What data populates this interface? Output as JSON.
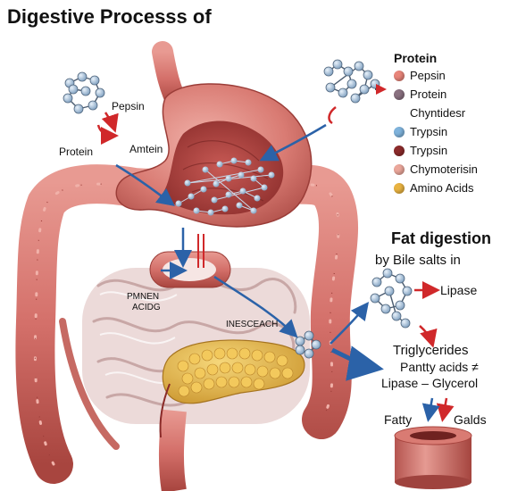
{
  "title": "Digestive Processs of",
  "protein_panel": {
    "pepsin_label": "Pepsin",
    "protein_label": "Protein",
    "amtein_label": "Amtein"
  },
  "legend": {
    "title": "Protein",
    "items": [
      {
        "label": "Pepsin",
        "color": "#e8857a"
      },
      {
        "label": "Protein",
        "color": "#8a7180"
      },
      {
        "label": "Chyntidesr",
        "color": null
      },
      {
        "label": "Trypsin",
        "color": "#7fb3dc"
      },
      {
        "label": "Trypsin",
        "color": "#8c2b2b"
      },
      {
        "label": "Chymoterisin",
        "color": "#eba79b"
      },
      {
        "label": "Amino Acids",
        "color": "#e9b341"
      }
    ]
  },
  "intestine_labels": {
    "line1": "PMNEN",
    "line2": "ACIDG",
    "pancreas": "INESCEACH"
  },
  "fat_panel": {
    "title": "Fat digestion",
    "subtitle": "by Bile salts in",
    "lipase": "Lipase",
    "triglycerides": "Triglycerides",
    "pantty": "Pantty acids ≠",
    "lipase_glycerol": "Lipase – Glycerol",
    "fatty": "Fatty",
    "galds": "Galds"
  },
  "colors": {
    "tissue": "#d4706a",
    "tissue_dark": "#a8453f",
    "tissue_light": "#eaa098",
    "small_intestine": "#ecdad9",
    "pancreas": "#e6b94a",
    "molecule": "#a9c4dd",
    "arrow_blue": "#2b62a8",
    "arrow_red": "#d0282a"
  }
}
